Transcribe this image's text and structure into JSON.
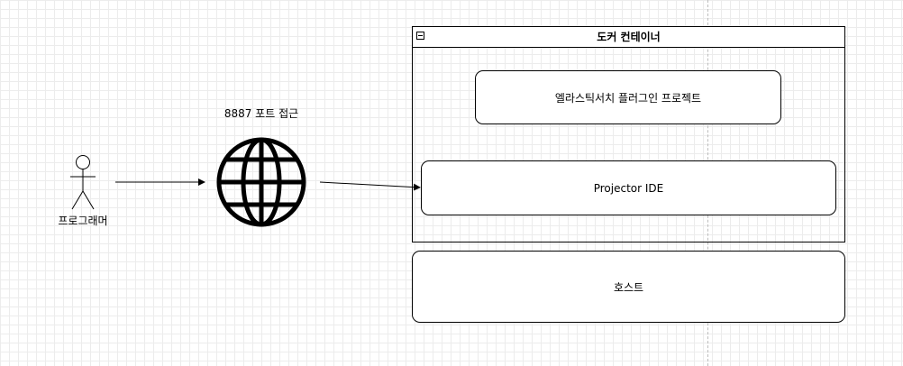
{
  "actor": {
    "label": "프로그래머",
    "icon": "stick-figure-icon"
  },
  "globe": {
    "label": "8887 포트 접근",
    "icon": "globe-icon"
  },
  "container": {
    "title": "도커 컨테이너",
    "collapse_icon": "minus-square-icon"
  },
  "boxes": {
    "plugin_project": "엘라스틱서치 플러그인 프로젝트",
    "projector_ide": "Projector IDE",
    "host": "호스트"
  },
  "colors": {
    "stroke": "#000000",
    "background": "#ffffff",
    "grid": "#ececec"
  }
}
